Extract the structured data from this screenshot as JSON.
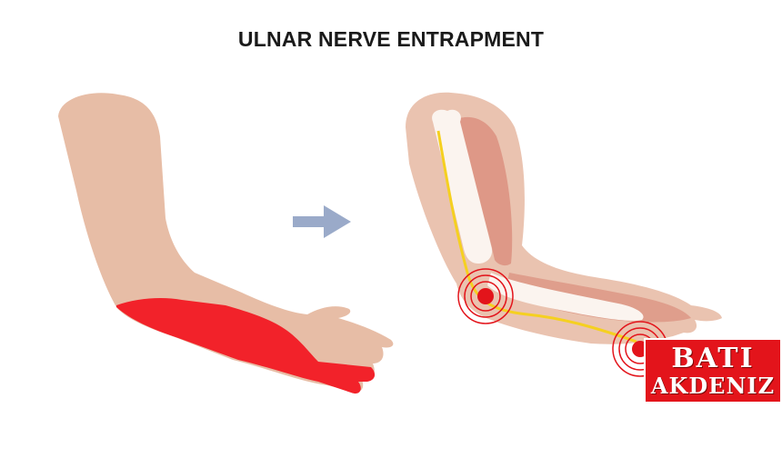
{
  "title": "ULNAR NERVE ENTRAPMENT",
  "watermark": {
    "line1": "BATI",
    "line2": "AKDENIZ"
  },
  "colors": {
    "skin": "#e7bda6",
    "pain": "#f2222a",
    "nerve": "#f5d020",
    "arrow": "#9aaac9",
    "muscle": "#d98a7a",
    "bone": "#fbf4ef"
  },
  "icons": [
    "arrow-right-icon",
    "pain-target-icon"
  ]
}
